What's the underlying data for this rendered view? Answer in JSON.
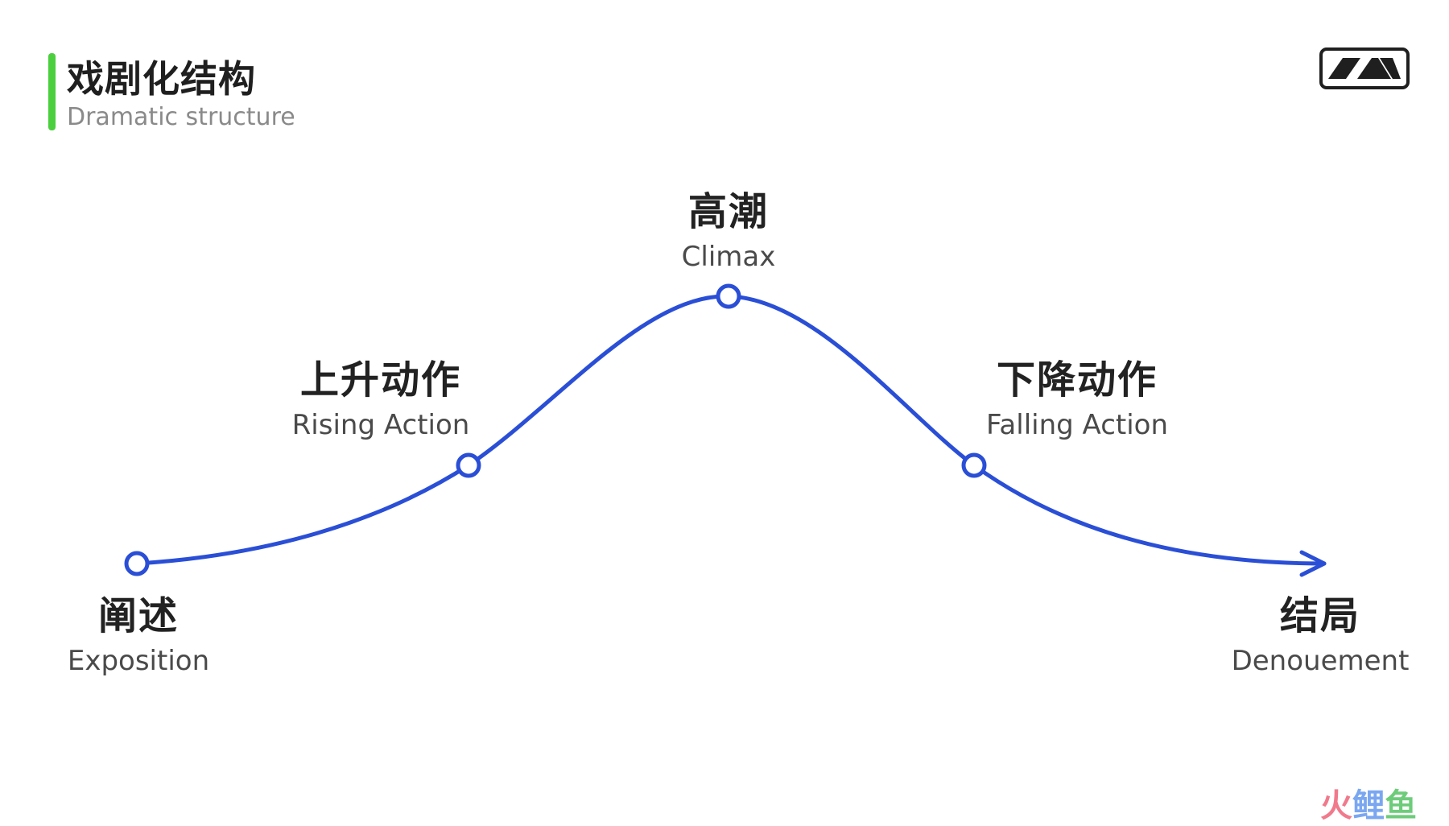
{
  "header": {
    "title": "戏剧化结构",
    "subtitle": "Dramatic structure",
    "accent_color": "#4ccf3e"
  },
  "curve_color": "#2a4fd6",
  "stages": [
    {
      "zh": "阐述",
      "en": "Exposition"
    },
    {
      "zh": "上升动作",
      "en": "Rising Action"
    },
    {
      "zh": "高潮",
      "en": "Climax"
    },
    {
      "zh": "下降动作",
      "en": "Falling Action"
    },
    {
      "zh": "结局",
      "en": "Denouement"
    }
  ],
  "watermark": {
    "part1": "火",
    "part2": "鲤",
    "part3": "鱼"
  },
  "icons": {
    "logo": "brand-logo-icon",
    "arrow": "arrow-head-icon"
  }
}
